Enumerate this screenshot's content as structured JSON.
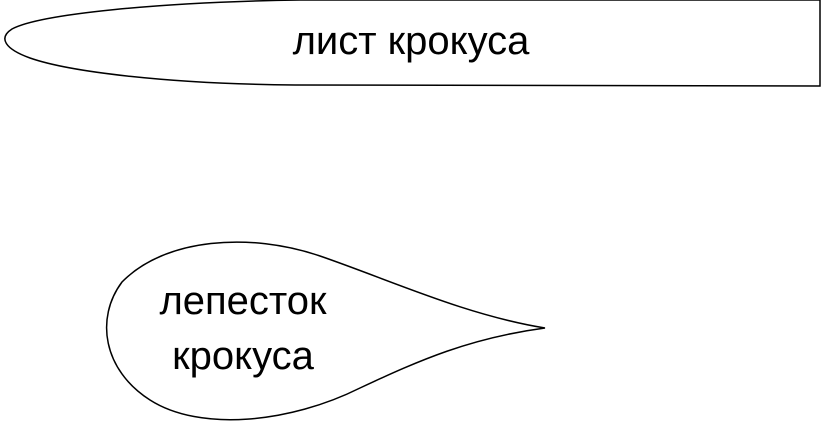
{
  "leaf": {
    "label": "лист крокуса"
  },
  "petal": {
    "label_line1": "лепесток",
    "label_line2": "крокуса"
  },
  "colors": {
    "outline": "#000000",
    "fill": "#ffffff",
    "text": "#000000"
  }
}
